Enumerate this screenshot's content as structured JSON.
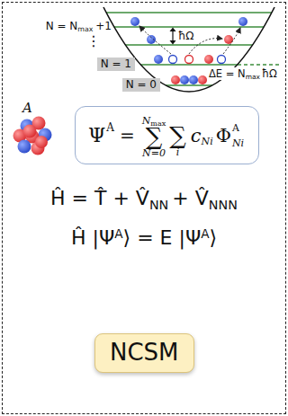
{
  "diagram": {
    "nodes": [
      {
        "text": [
          "N = 1"
        ]
      },
      {
        "text": [
          "N = 0"
        ]
      },
      {
        "text": [
          "Ψ",
          "A",
          "=",
          "N",
          "max",
          "∑",
          "N=0",
          "∑",
          "i",
          "c",
          "Ni",
          "Φ",
          "A",
          "Ni"
        ]
      },
      {
        "text": [
          "NCSM"
        ]
      }
    ],
    "labels": [
      "N = N",
      "max",
      "+1",
      "⋮",
      "ħΩ",
      "ΔE = N",
      "max",
      "ħΩ",
      "A",
      "Ĥ = T̂ + V̂",
      "NN",
      "+ V̂",
      "NNN",
      "Ĥ |Ψ",
      "A",
      "⟩ = E |Ψ",
      "A",
      "⟩"
    ]
  }
}
